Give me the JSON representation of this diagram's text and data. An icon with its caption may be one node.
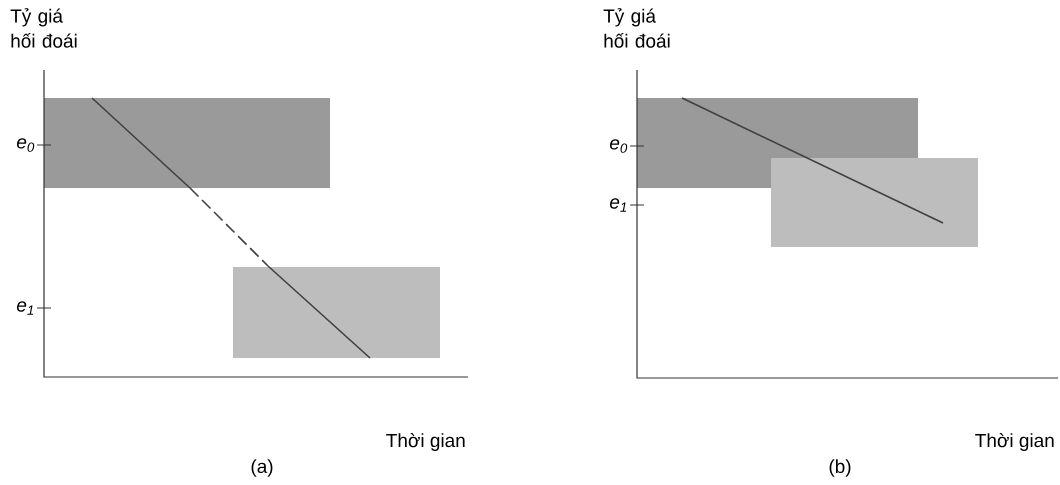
{
  "diagram": {
    "labels": [
      "Tỷ giá hối đoái",
      "e$_{0}$",
      "e$_{1}$",
      "Thời gian",
      "(a)",
      "Tỷ giá hối đoái",
      "e$_{0}$",
      "e$_{1}$",
      "Thời gian",
      "(b)"
    ]
  }
}
